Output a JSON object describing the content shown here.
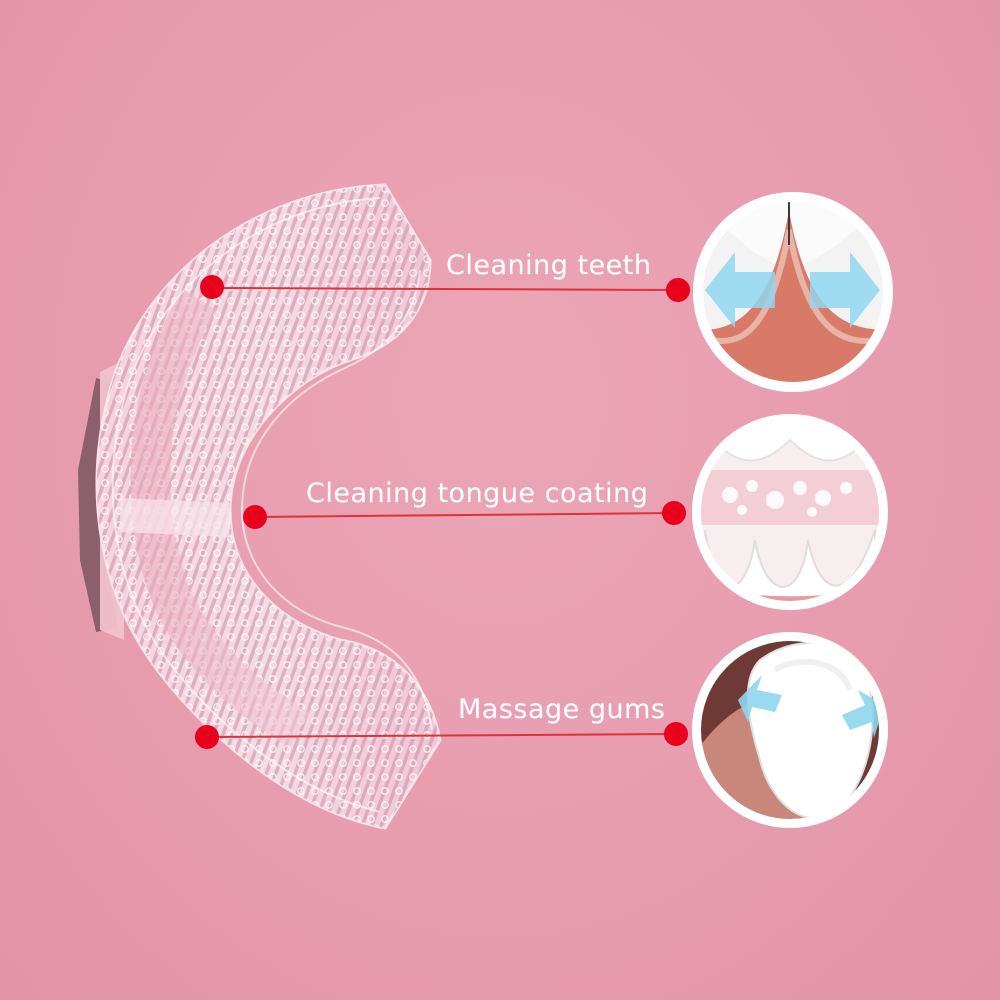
{
  "features": [
    {
      "label": "Cleaning teeth",
      "icon": "teeth-arrows-icon"
    },
    {
      "label": "Cleaning tongue coating",
      "icon": "foam-teeth-icon"
    },
    {
      "label": "Massage gums",
      "icon": "tooth-gum-massage-icon"
    }
  ],
  "colors": {
    "background": "#e89eb0",
    "marker": "#e8001c",
    "line": "#e0303a",
    "label_text": "#ffffff",
    "brush_tint": "#f3c9d6",
    "arrow_blue": "#8fd6f0",
    "gum": "#d97a68"
  }
}
